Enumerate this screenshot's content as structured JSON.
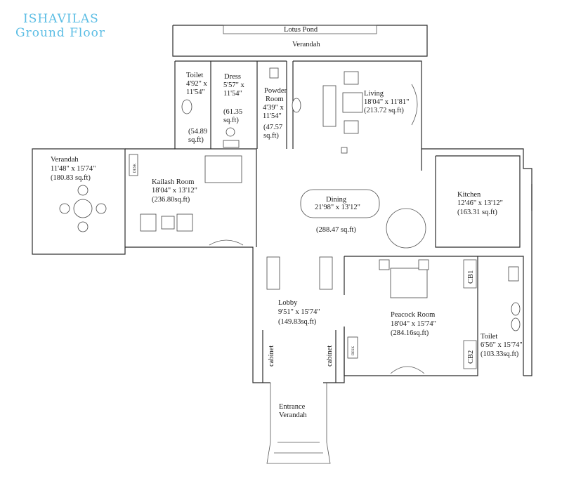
{
  "title": {
    "line1": "ISHAVILAS",
    "line2": "Ground Floor",
    "color": "#5bbde4"
  },
  "features": {
    "lotus_pond": "Lotus Pond",
    "top_verandah": "Verandah",
    "cabinet_left": "cabinet",
    "cabinet_right": "cabinet",
    "cb1": "CB1",
    "cb2": "CB2",
    "desk1": "DESK",
    "desk2": "DESK"
  },
  "rooms": {
    "toilet_top": {
      "name": "Toilet",
      "dim1": "4'92\" x",
      "dim2": "11'54\"",
      "area1": "(54.89",
      "area2": "sq.ft)"
    },
    "dress": {
      "name": "Dress",
      "dim1": "5'57\" x",
      "dim2": "11'54\"",
      "area1": "(61.35",
      "area2": "sq.ft)"
    },
    "powder": {
      "name1": "Powder",
      "name2": "Room",
      "dim1": "4'39\" x",
      "dim2": "11'54\"",
      "area1": "(47.57",
      "area2": "sq.ft)"
    },
    "living": {
      "name": "Living",
      "dim": "18'04\" x 11'81\"",
      "area": "(213.72 sq.ft)"
    },
    "verandah_left": {
      "name": "Verandah",
      "dim": "11'48\" x 15'74\"",
      "area": "(180.83 sq.ft)"
    },
    "kailash": {
      "name": "Kailash Room",
      "dim": "18'04\" x 13'12\"",
      "area": "(236.80sq.ft)"
    },
    "dining": {
      "name": "Dining",
      "dim": "21'98\" x 13'12\"",
      "area": "(288.47 sq.ft)"
    },
    "kitchen": {
      "name": "Kitchen",
      "dim": "12'46\" x 13'12\"",
      "area": "(163.31 sq.ft)"
    },
    "lobby": {
      "name": "Lobby",
      "dim": "9'51\" x 15'74\"",
      "area": "(149.83sq.ft)"
    },
    "peacock": {
      "name": "Peacock Room",
      "dim": "18'04\" x 15'74\"",
      "area": "(284.16sq.ft)"
    },
    "toilet_right": {
      "name": "Toilet",
      "dim": "6'56\" x 15'74\"",
      "area": "(103.33sq.ft)"
    },
    "entrance": {
      "name": "Entrance",
      "sub": "Verandah"
    }
  }
}
